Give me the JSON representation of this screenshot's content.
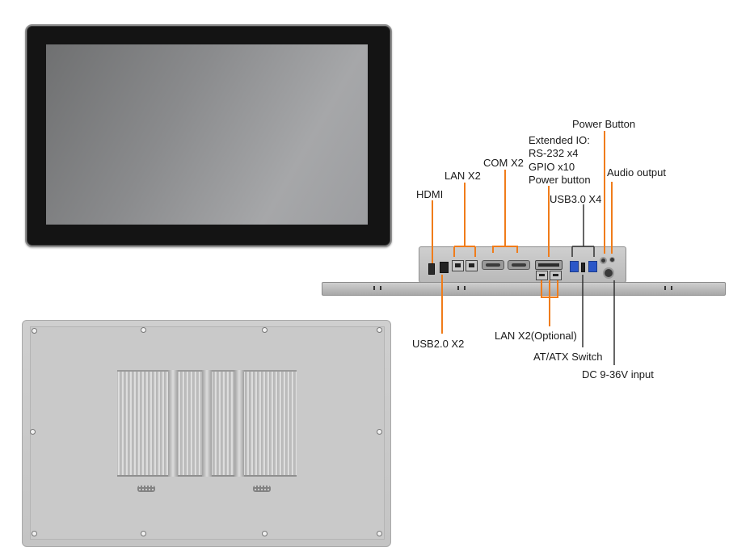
{
  "labels": {
    "hdmi": "HDMI",
    "lan_x2": "LAN X2",
    "com_x2": "COM X2",
    "extended_io_title": "Extended IO:",
    "extended_io_rs232": "RS-232 x4",
    "extended_io_gpio": "GPIO x10",
    "extended_io_power": "Power button",
    "power_button": "Power Button",
    "audio_output": "Audio output",
    "usb3_x4": "USB3.0 X4",
    "usb2_x2": "USB2.0 X2",
    "lan_x2_optional": "LAN X2(Optional)",
    "at_atx_switch": "AT/ATX Switch",
    "dc_input": "DC 9-36V input"
  },
  "colors": {
    "callout_line": "#f07c1a",
    "callout_line_dark": "#333333"
  }
}
